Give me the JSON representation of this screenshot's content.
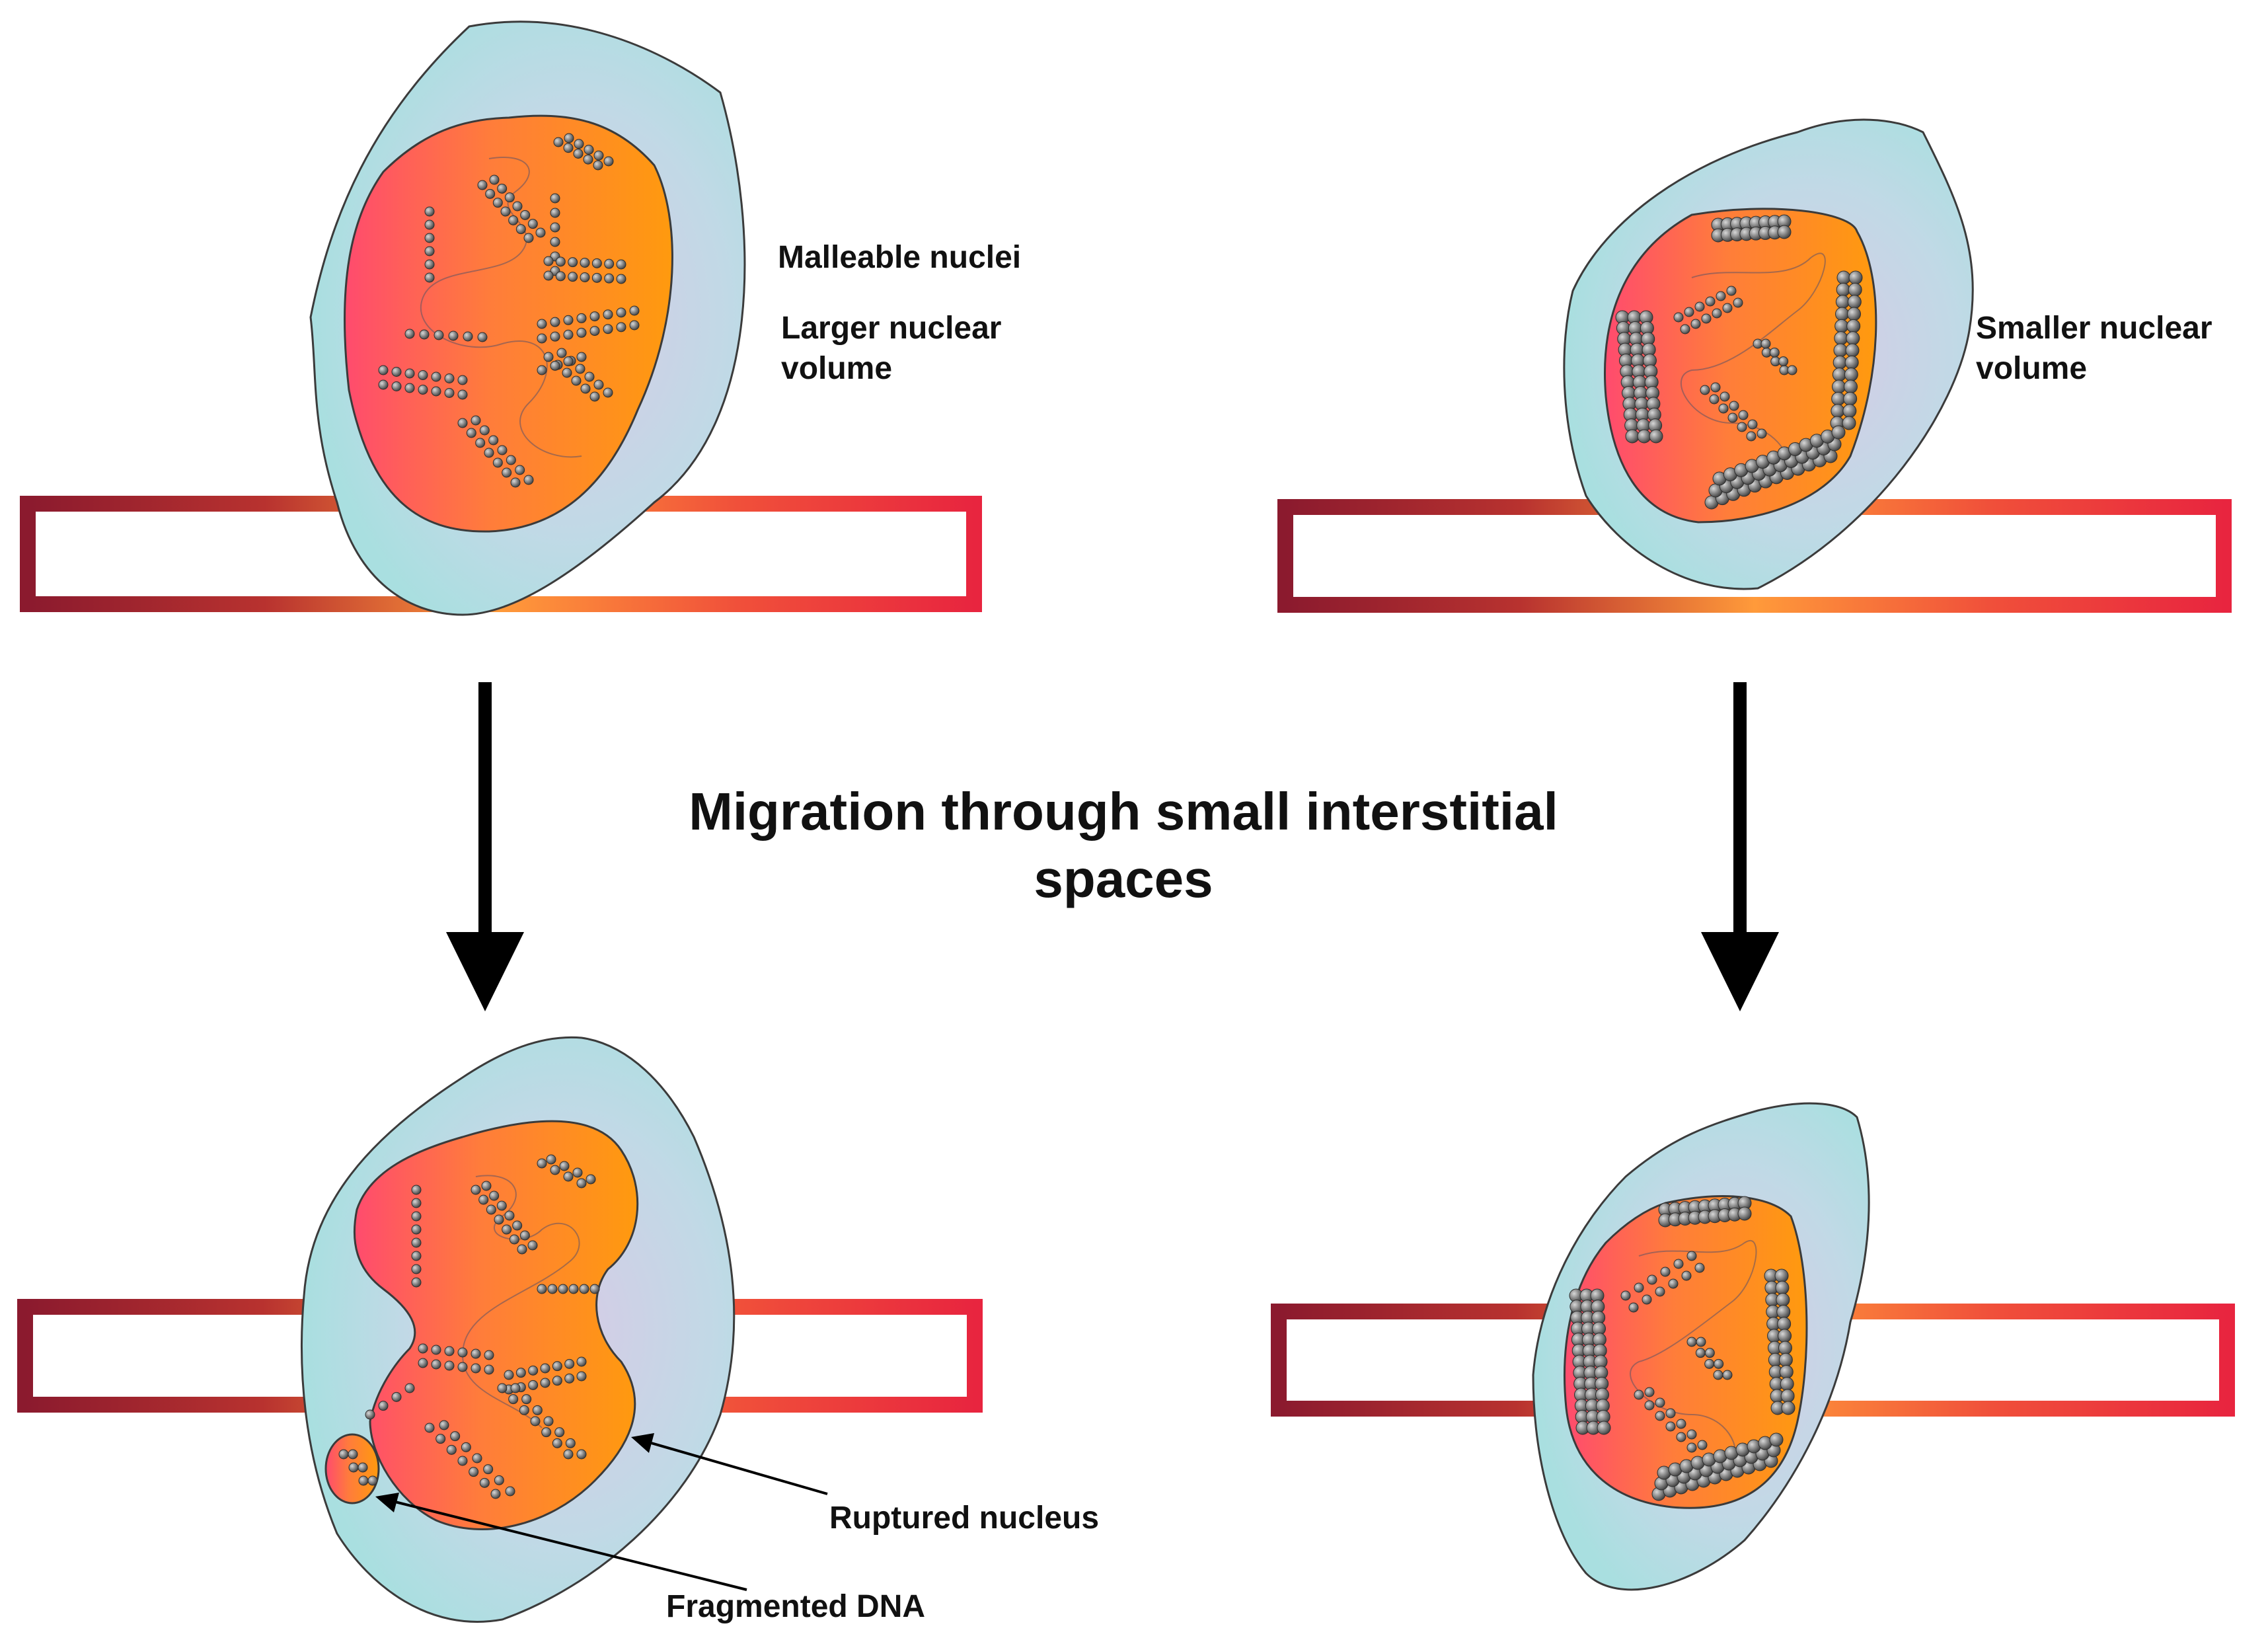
{
  "labels": {
    "malleable": "Malleable nuclei",
    "larger_line1": "Larger nuclear",
    "larger_line2": "volume",
    "smaller_line1": "Smaller nuclear",
    "smaller_line2": "volume",
    "title_line1": "Migration through small interstitial",
    "title_line2": "spaces",
    "ruptured": "Ruptured nucleus",
    "fragmented": "Fragmented DNA"
  },
  "colors": {
    "cytoplasm": "#b4e1e4",
    "nucleus_warm": "#ff4b6e",
    "nucleus_orange": "#ff9a0e",
    "chromatin": "#7d7d7d",
    "constriction_dark": "#8b1a2e",
    "constriction_light": "#ff9a3a",
    "constriction_red": "#e8253f",
    "arrow": "#000000"
  }
}
